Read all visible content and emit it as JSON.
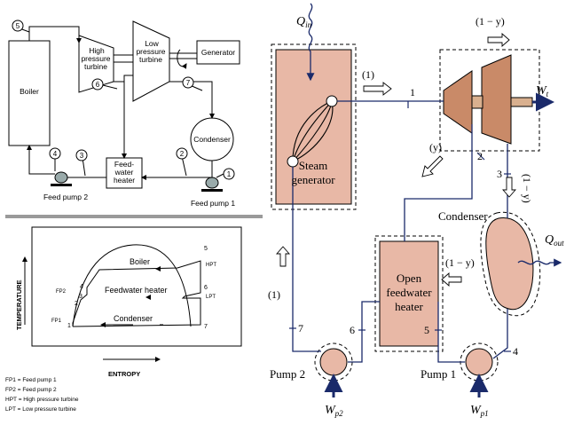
{
  "left_cycle": {
    "boiler": "Boiler",
    "hpt_line1": "High",
    "hpt_line2": "pressure",
    "hpt_line3": "turbine",
    "lpt_line1": "Low",
    "lpt_line2": "pressure",
    "lpt_line3": "turbine",
    "generator": "Generator",
    "condenser": "Condenser",
    "fwh_line1": "Feed-",
    "fwh_line2": "water",
    "fwh_line3": "heater",
    "feed_pump_1": "Feed pump 1",
    "feed_pump_2": "Feed pump 2",
    "states": [
      "1",
      "2",
      "3",
      "4",
      "5",
      "6",
      "7"
    ]
  },
  "ts_diagram": {
    "ylabel": "TEMPERATURE",
    "xlabel": "ENTROPY",
    "boiler": "Boiler",
    "feedwater_heater": "Feedwater heater",
    "condenser": "Condenser",
    "fp1": "FP1",
    "fp2": "FP2",
    "hpt": "HPT",
    "lpt": "LPT",
    "pts": [
      "1",
      "2",
      "3",
      "4",
      "5",
      "6",
      "7"
    ]
  },
  "legend": [
    "FP1 = Feed pump 1",
    "FP2 = Feed pump 2",
    "HPT = High pressure turbine",
    "LPT = Low pressure turbine"
  ],
  "right_cycle": {
    "q_in": "Q",
    "q_in_sub": "in",
    "steam_gen_1": "Steam",
    "steam_gen_2": "generator",
    "w_t": "W",
    "w_t_sub": "t",
    "frac_top": "(1 − y)",
    "one_top": "(1)",
    "y_label": "(y)",
    "one_minus_y_vert": "(1 − y)",
    "condenser": "Condenser",
    "q_out": "Q",
    "q_out_sub": "out",
    "ofwh_1": "Open",
    "ofwh_2": "feedwater",
    "ofwh_3": "heater",
    "one_minus_y_mid": "(1 − y)",
    "one_left": "(1)",
    "pump1": "Pump 1",
    "pump2": "Pump 2",
    "w_p1": "W",
    "w_p1_sub": "p1",
    "w_p2": "W",
    "w_p2_sub": "p2",
    "n1": "1",
    "n2": "2",
    "n3": "3",
    "n4": "4",
    "n5": "5",
    "n6": "6",
    "n7": "7"
  },
  "colors": {
    "component_fill": "#e8b8a6",
    "turbine_fill": "#c98a68",
    "divider": "#9a9a9a"
  }
}
